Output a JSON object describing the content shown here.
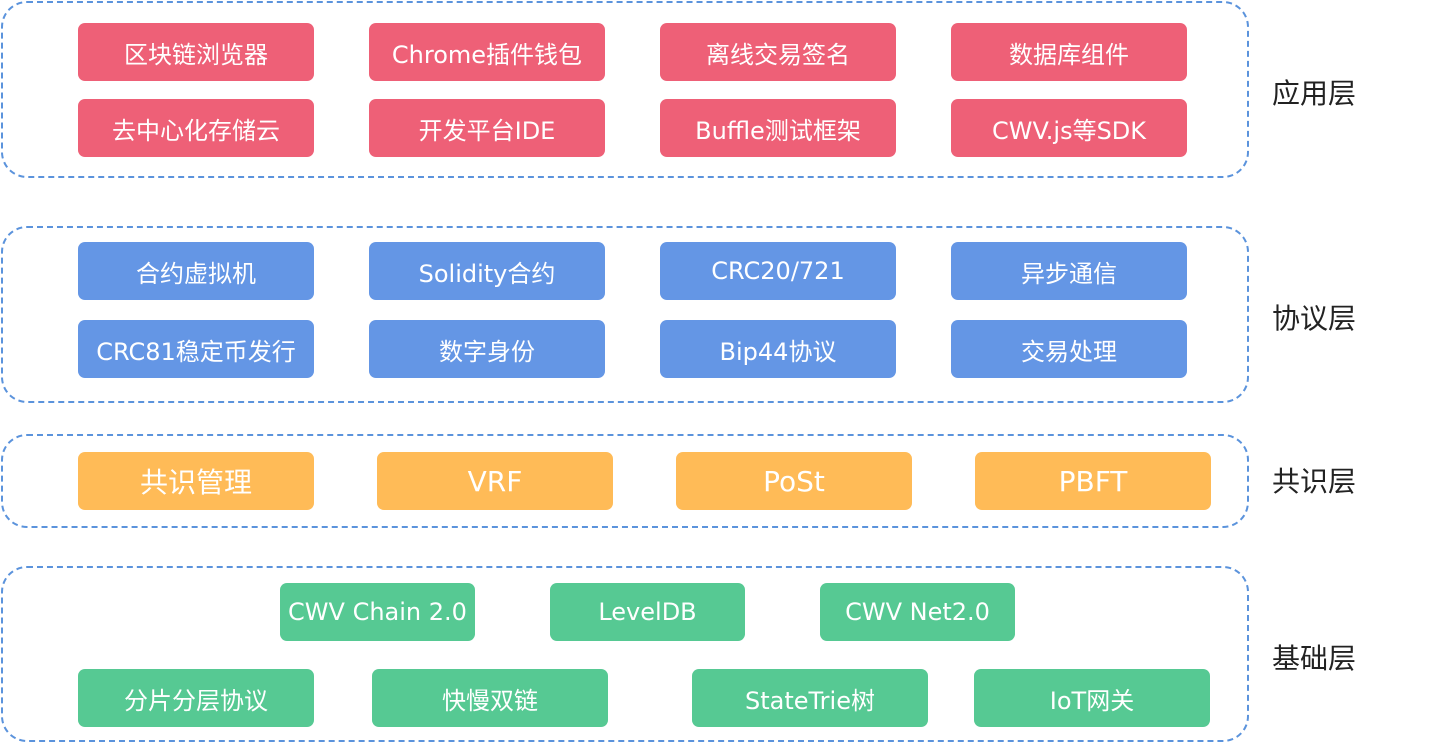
{
  "colors": {
    "application": "#ee6077",
    "protocol": "#6496e5",
    "consensus": "#ffbb57",
    "base": "#56c993",
    "frame_border": "#5b93dc"
  },
  "layers": {
    "application": {
      "label": "应用层",
      "items": [
        "区块链浏览器",
        "Chrome插件钱包",
        "离线交易签名",
        "数据库组件",
        "去中心化存储云",
        "开发平台IDE",
        "Buffle测试框架",
        "CWV.js等SDK"
      ]
    },
    "protocol": {
      "label": "协议层",
      "items": [
        "合约虚拟机",
        "Solidity合约",
        "CRC20/721",
        "异步通信",
        "CRC81稳定币发行",
        "数字身份",
        "Bip44协议",
        "交易处理"
      ]
    },
    "consensus": {
      "label": "共识层",
      "items": [
        "共识管理",
        "VRF",
        "PoSt",
        "PBFT"
      ]
    },
    "base": {
      "label": "基础层",
      "items": [
        "CWV Chain 2.0",
        "LevelDB",
        "CWV Net2.0",
        "分片分层协议",
        "快慢双链",
        "StateTrie树",
        "IoT网关"
      ]
    }
  }
}
